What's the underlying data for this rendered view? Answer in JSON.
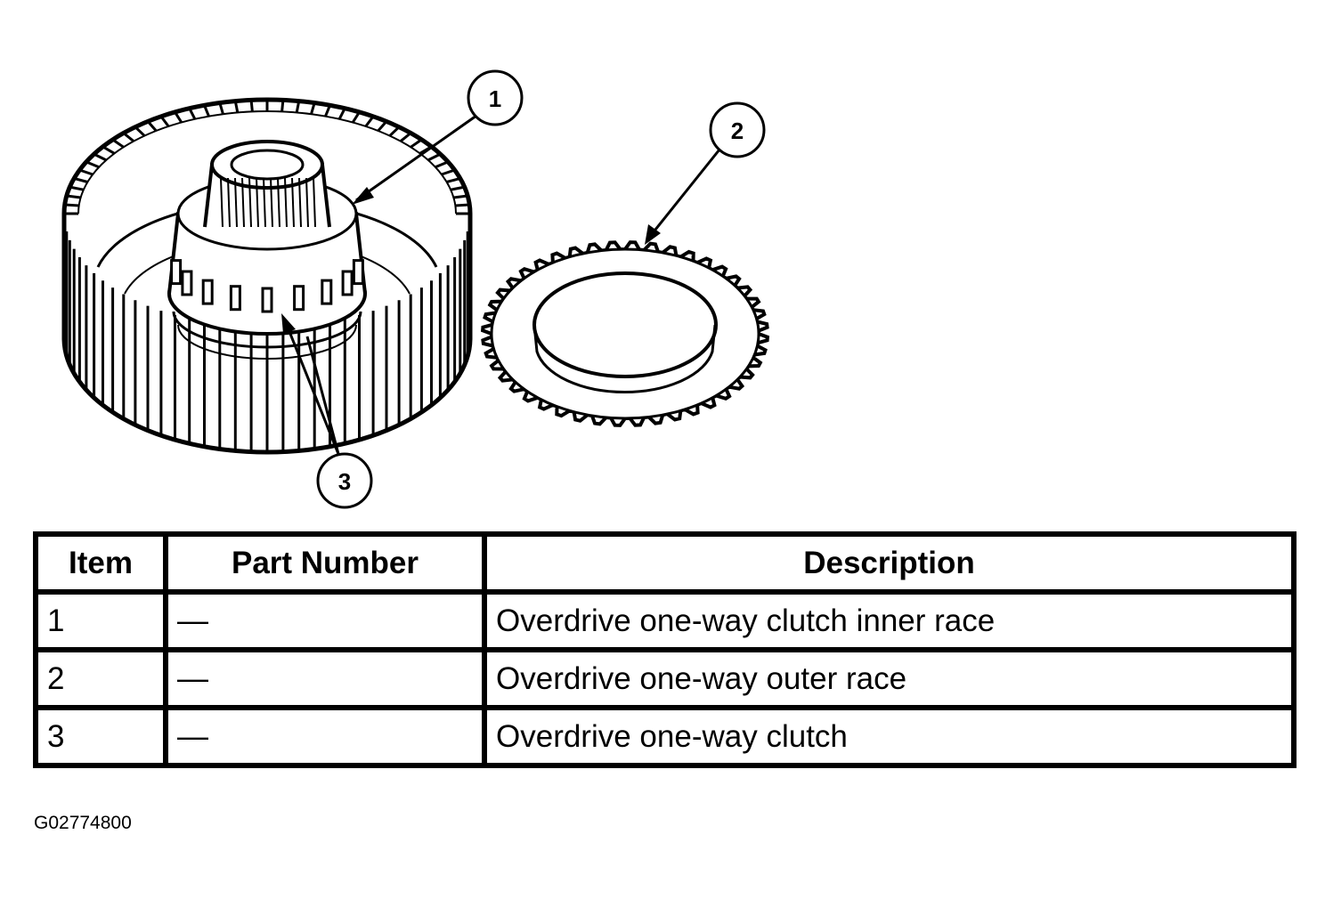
{
  "callouts": [
    "1",
    "2",
    "3"
  ],
  "table": {
    "headers": {
      "item": "Item",
      "part_number": "Part Number",
      "description": "Description"
    },
    "rows": [
      {
        "item": "1",
        "part_number": "—",
        "description": "Overdrive one-way clutch inner race"
      },
      {
        "item": "2",
        "part_number": "—",
        "description": "Overdrive one-way outer race"
      },
      {
        "item": "3",
        "part_number": "—",
        "description": "Overdrive one-way clutch"
      }
    ]
  },
  "figure_code": "G02774800"
}
